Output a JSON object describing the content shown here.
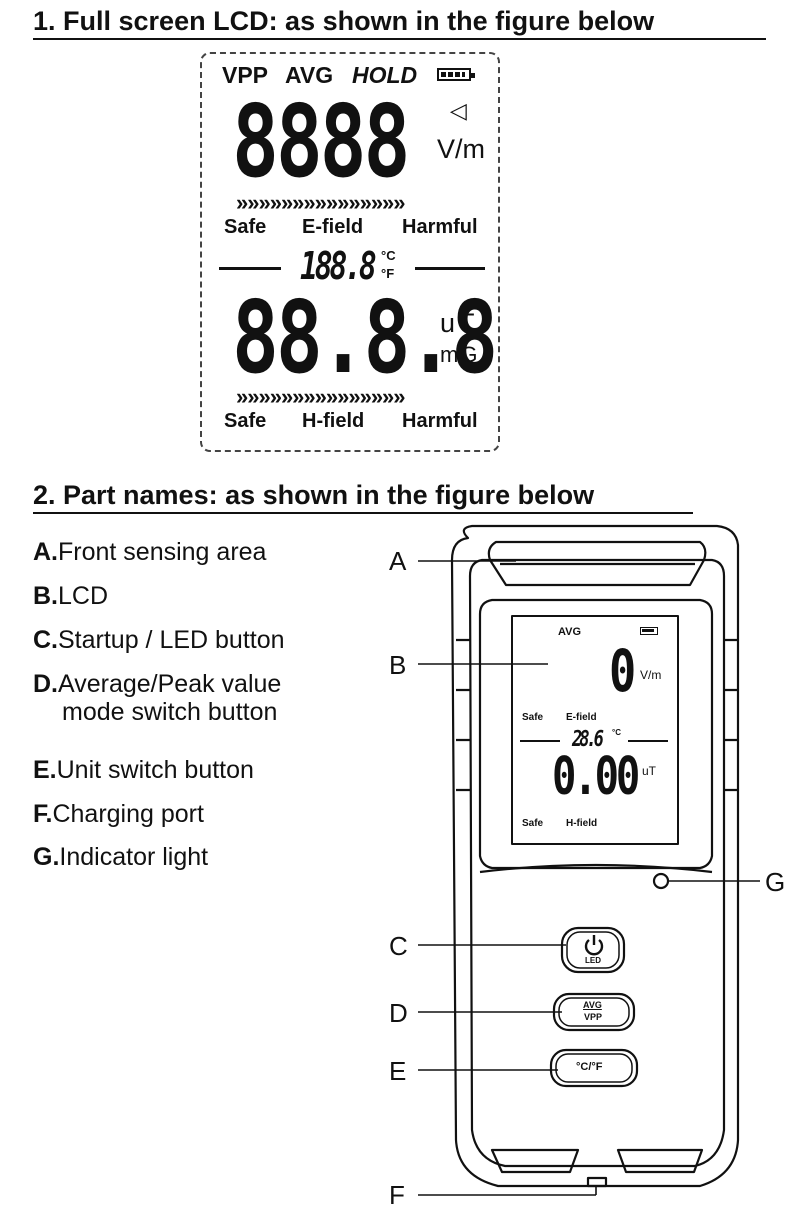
{
  "section1": {
    "heading": "1. Full screen LCD: as shown in the figure below",
    "lcd": {
      "top_mode_vpp": "VPP",
      "top_mode_avg": "AVG",
      "top_mode_hold": "HOLD",
      "e_digits": "8888",
      "e_unit": "V/m",
      "e_scale_arrows": "»»»»»»»»»»»»»»»",
      "e_safe": "Safe",
      "e_label": "E-field",
      "e_harmful": "Harmful",
      "temp_digits": "188.8",
      "temp_unit_c": "°C",
      "temp_unit_f": "°F",
      "h_digits": "88.8.8",
      "h_unit_ut": "uT",
      "h_unit_mg": "mG",
      "h_scale_arrows": "»»»»»»»»»»»»»»»",
      "h_safe": "Safe",
      "h_label": "H-field",
      "h_harmful": "Harmful"
    }
  },
  "section2": {
    "heading": "2. Part names: as shown in the figure below",
    "parts": [
      {
        "letter": "A.",
        "text": "Front sensing area"
      },
      {
        "letter": "B.",
        "text": "LCD"
      },
      {
        "letter": "C.",
        "text": "Startup / LED button"
      },
      {
        "letter": "D.",
        "text": "Average/Peak value"
      },
      {
        "letter": "",
        "text": "mode switch button"
      },
      {
        "letter": "E.",
        "text": "Unit switch button"
      },
      {
        "letter": "F.",
        "text": "Charging port"
      },
      {
        "letter": "G.",
        "text": "Indicator light"
      }
    ],
    "callouts": {
      "a": "A",
      "b": "B",
      "c": "C",
      "d": "D",
      "e": "E",
      "f": "F",
      "g": "G"
    },
    "device_lcd": {
      "mode": "AVG",
      "e_value": "0",
      "e_unit": "V/m",
      "e_safe": "Safe",
      "e_label": "E-field",
      "temp_value": "28.6",
      "temp_unit": "°C",
      "h_value": "0.00",
      "h_unit": "uT",
      "h_safe": "Safe",
      "h_label": "H-field"
    },
    "buttons": {
      "led_label": "LED",
      "avg_label": "AVG",
      "vpp_label": "VPP",
      "unit_label": "°C/°F"
    }
  }
}
